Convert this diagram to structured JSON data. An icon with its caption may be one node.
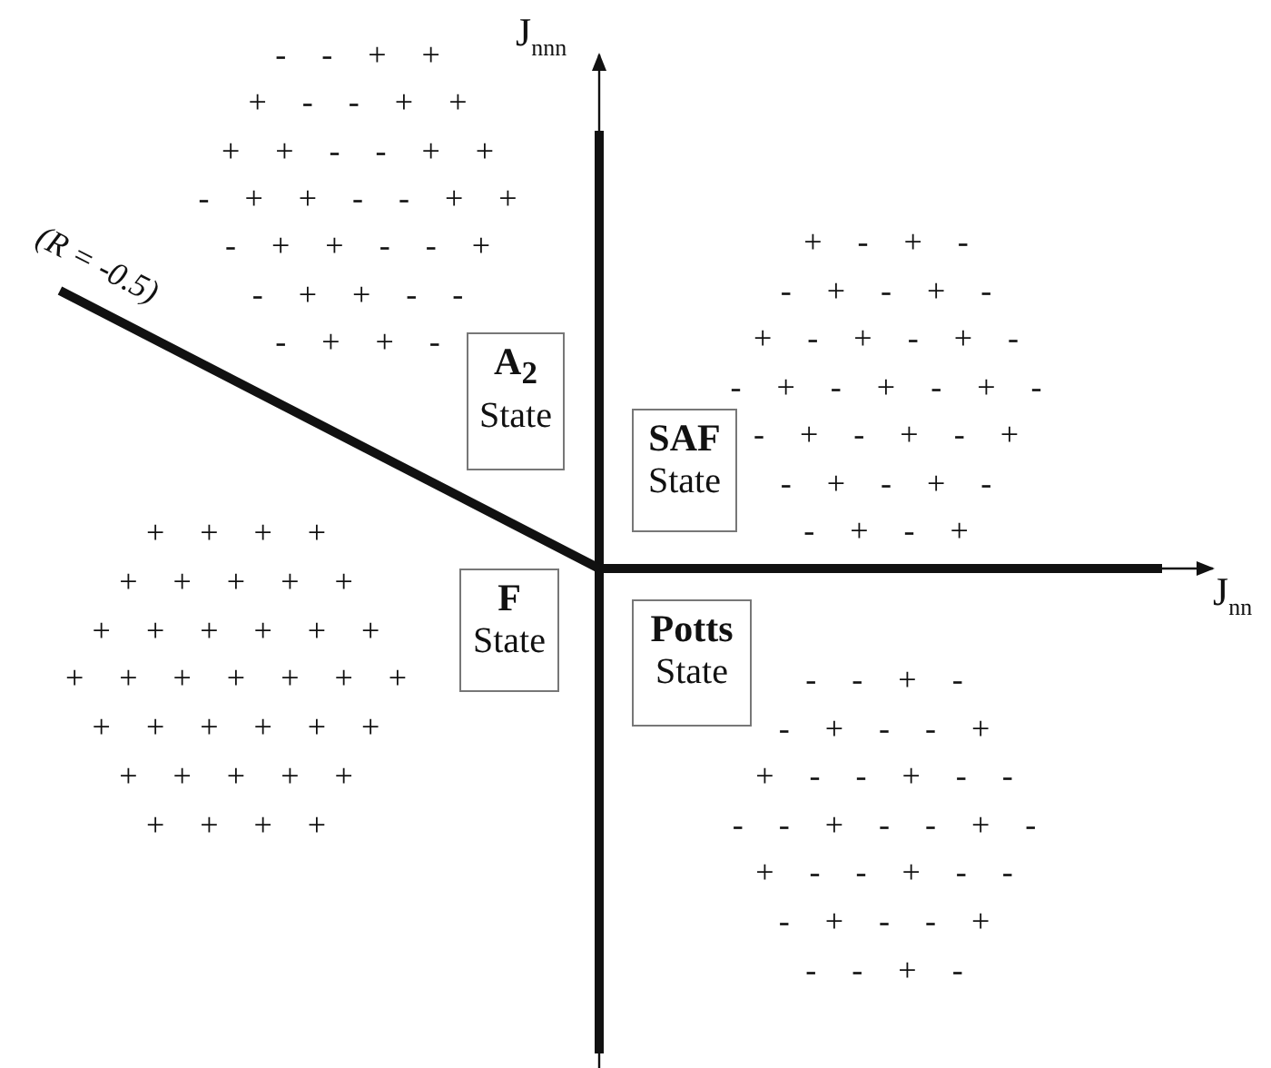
{
  "diagram": {
    "nodes": [
      {
        "text": [
          "A$_{2}$",
          "State"
        ]
      },
      {
        "text": [
          "SAF",
          "State"
        ]
      },
      {
        "text": [
          "F",
          "State"
        ]
      },
      {
        "text": [
          "Potts",
          "State"
        ]
      }
    ],
    "labels": [
      "J$_{nnn}$",
      "- - + +",
      "+ - - + +",
      "+ + - - + +",
      "- + + - - + +",
      "- + + - - +",
      "- + + - -",
      "- + + -",
      "+ - + -",
      "- + - + -",
      "+ - + - + -",
      "- + - + - + -",
      "- + - + - +",
      "- + - + -",
      "- + - +",
      "(R = -0.5)",
      "+ + + +",
      "+ + + + +",
      "+ + + + + +",
      "+ + + + + + +",
      "+ + + + + +",
      "+ + + + +",
      "+ + + +",
      "J$_{nn}$",
      "- - + -",
      "- + - - +",
      "+ - - + - -",
      "- - + - - + -",
      "+ - - + - -",
      "- + - - +",
      "- - + -"
    ]
  }
}
